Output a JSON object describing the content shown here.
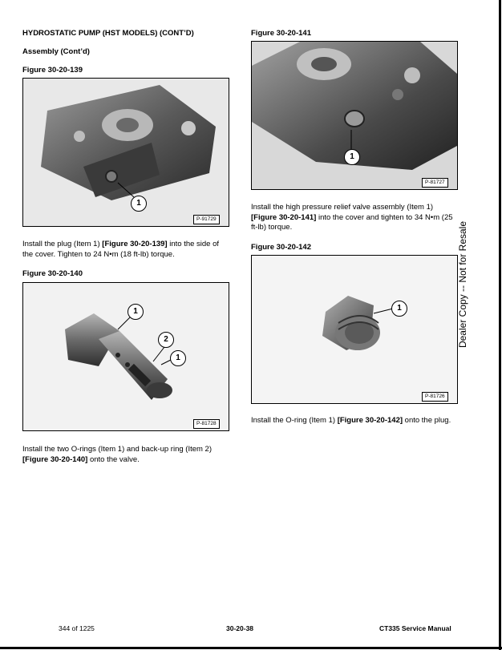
{
  "header": {
    "title": "HYDROSTATIC PUMP (HST MODELS) (CONT’D)",
    "subtitle": "Assembly (Cont’d)"
  },
  "figures": [
    {
      "caption": "Figure 30-20-139",
      "code": "P-91729",
      "callouts": [
        "1"
      ]
    },
    {
      "caption": "Figure 30-20-140",
      "code": "P-81728",
      "callouts": [
        "1",
        "2",
        "1"
      ]
    },
    {
      "caption": "Figure 30-20-141",
      "code": "P-81727",
      "callouts": [
        "1"
      ]
    },
    {
      "caption": "Figure 30-20-142",
      "code": "P-81726",
      "callouts": [
        "1"
      ]
    }
  ],
  "paragraphs": {
    "p139_a": "Install the plug (Item 1) ",
    "p139_ref": "[Figure 30-20-139]",
    "p139_b": " into the side of the cover. Tighten to 24 N•m (18 ft-lb) torque.",
    "p140_a": "Install the two O-rings (Item 1) and back-up ring (Item 2) ",
    "p140_ref": "[Figure 30-20-140]",
    "p140_b": " onto the valve.",
    "p141_a": "Install the high pressure relief valve assembly (Item 1) ",
    "p141_ref": "[Figure 30-20-141]",
    "p141_b": " into the cover and tighten to 34 N•m (25 ft-lb) torque.",
    "p142_a": "Install the O-ring (Item 1) ",
    "p142_ref": "[Figure 30-20-142]",
    "p142_b": " onto the plug."
  },
  "sidebar_text": "Dealer Copy -- Not for Resale",
  "footer": {
    "page_of": "344 of 1225",
    "page_number": "30-20-38",
    "manual": "CT335 Service Manual"
  }
}
